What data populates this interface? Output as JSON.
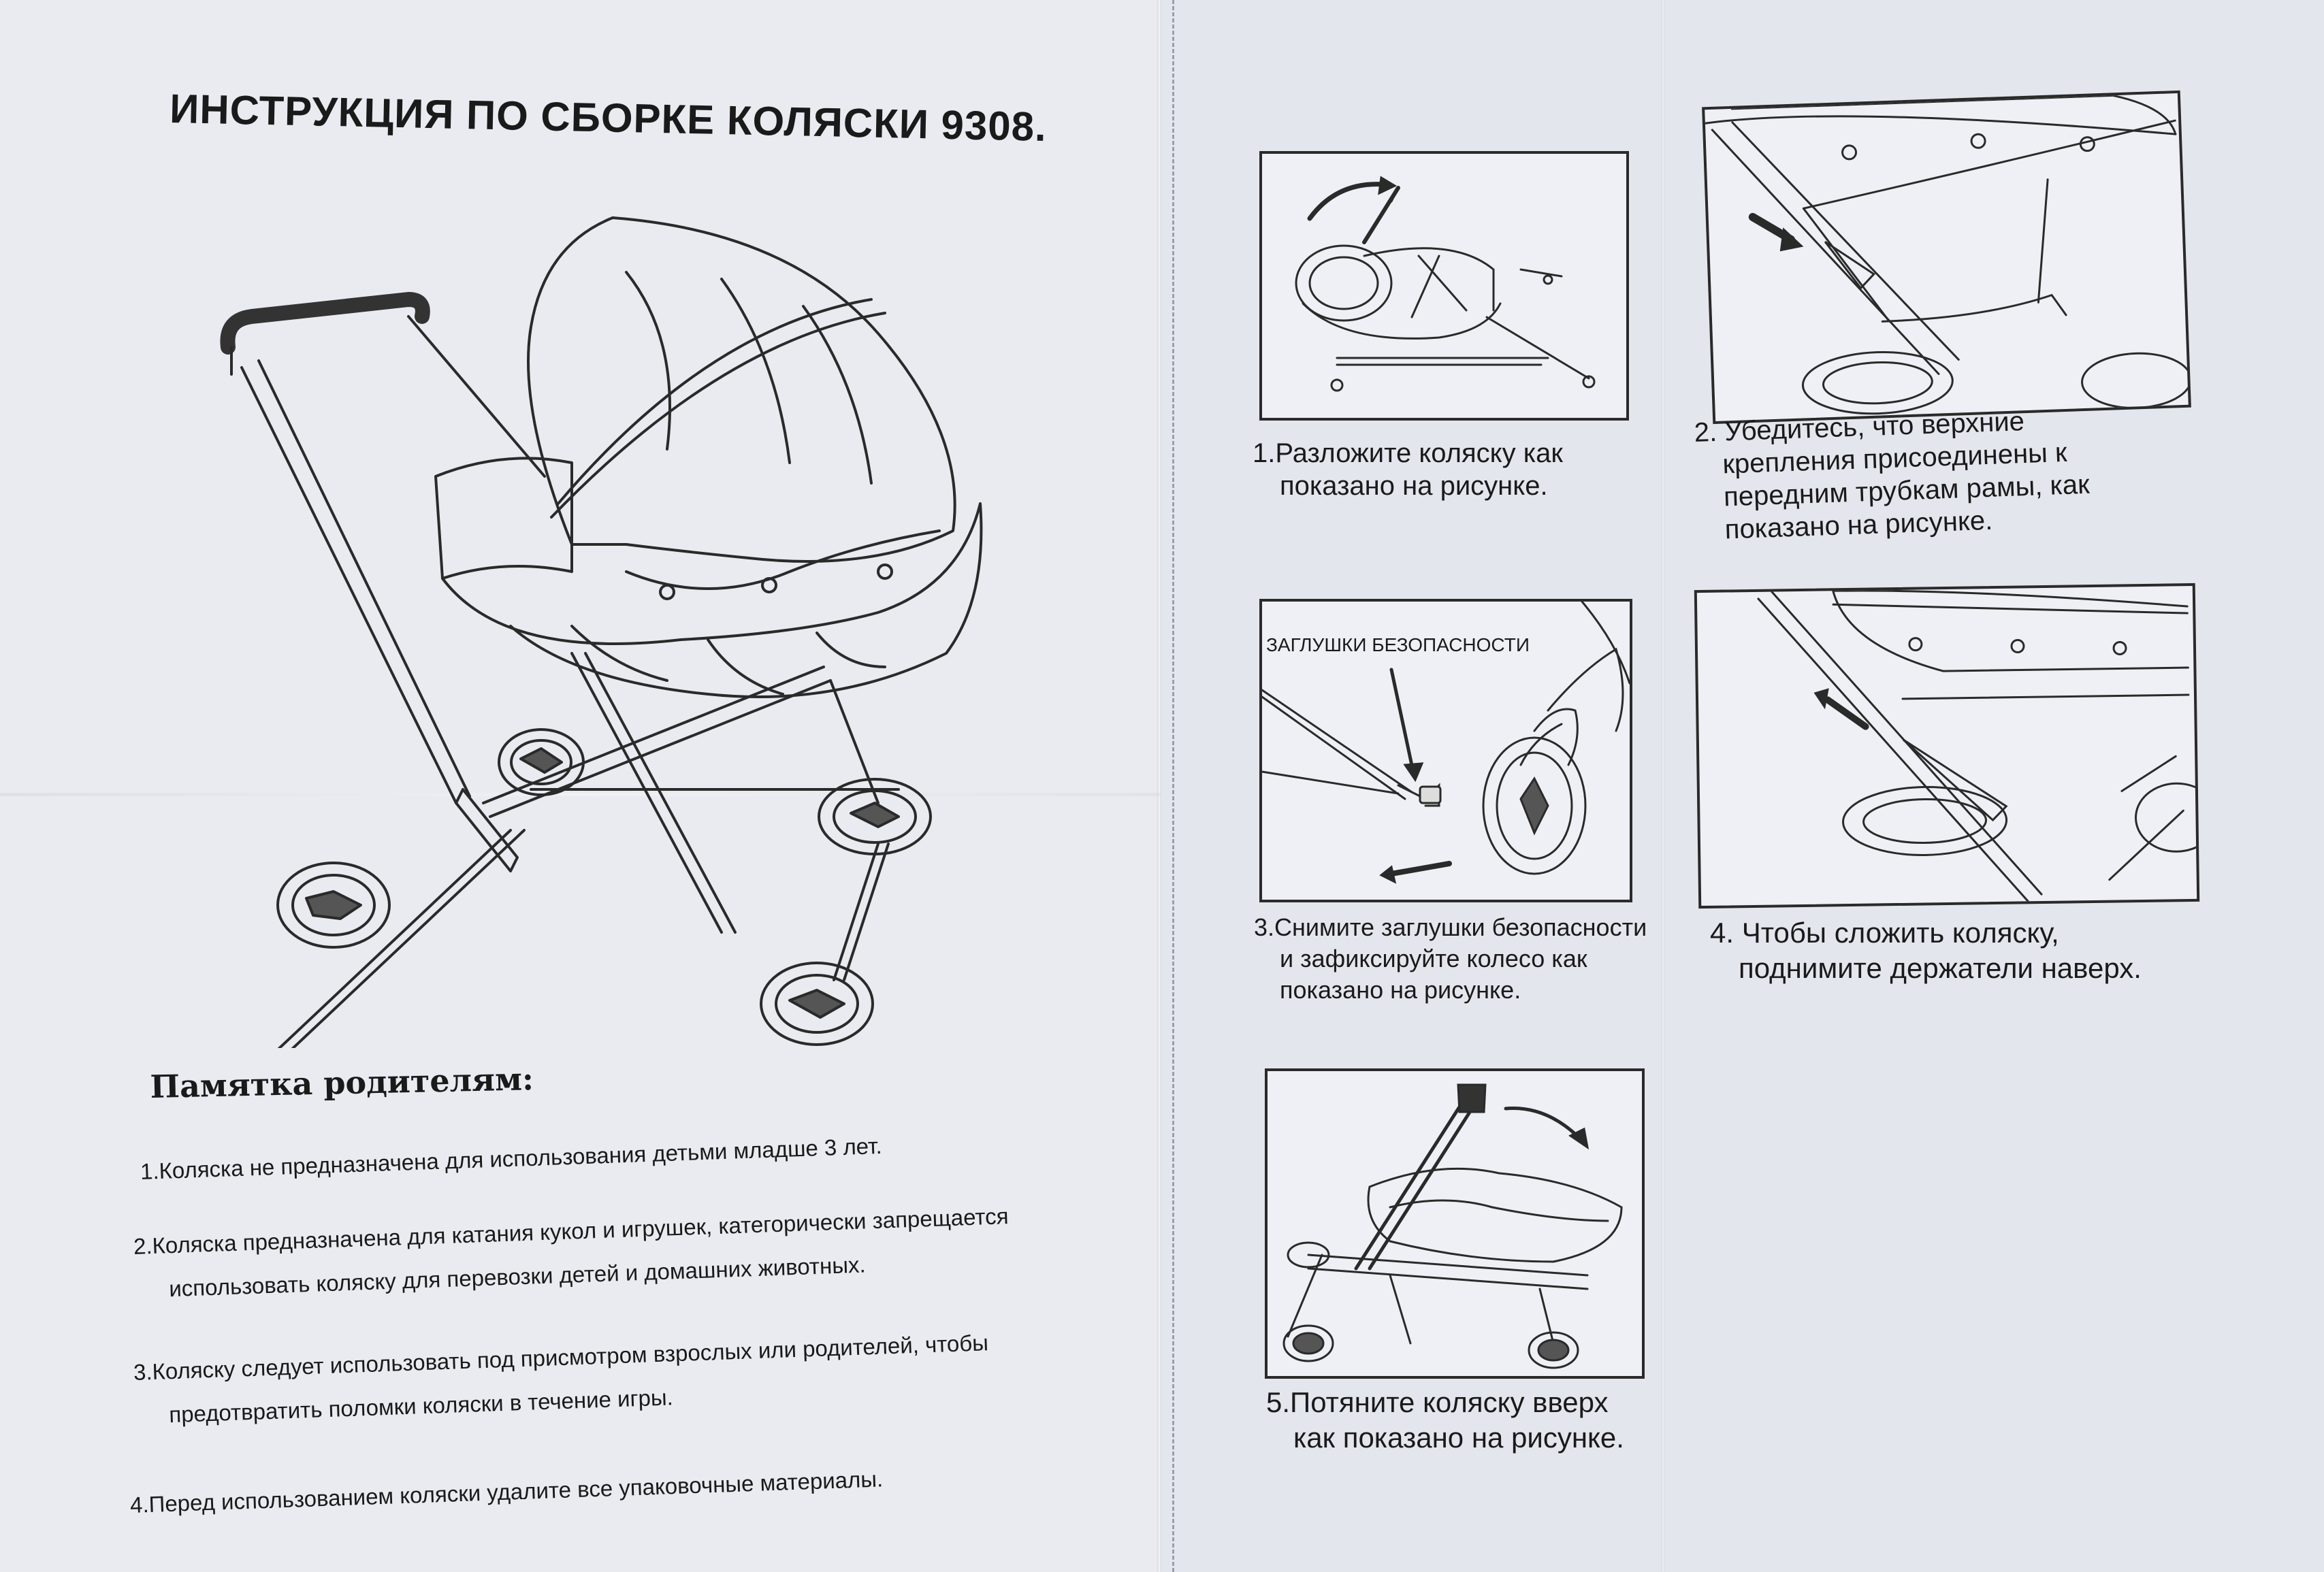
{
  "document": {
    "title": "ИНСТРУКЦИЯ ПО СБОРКЕ КОЛЯСКИ 9308."
  },
  "memo": {
    "heading": "Памятка родителям:",
    "items": [
      {
        "line1": "1.Коляска не предназначена для использования детьми младше 3 лет.",
        "line2": ""
      },
      {
        "line1": "2.Коляска предназначена для катания кукол и игрушек, категорически запрещается",
        "line2": "использовать коляску для перевозки детей и домашних животных."
      },
      {
        "line1": "3.Коляску следует использовать под присмотром взрослых или родителей, чтобы",
        "line2": "предотвратить поломки коляски в течение игры."
      },
      {
        "line1": "4.Перед использованием коляски удалите все упаковочные материалы.",
        "line2": ""
      }
    ]
  },
  "steps": [
    {
      "line1": "1.Разложите коляску как",
      "line2": "показано на рисунке.",
      "line3": "",
      "line4": ""
    },
    {
      "line1": "2. Убедитесь,  что  верхние",
      "line2": "крепления  присоединены  к",
      "line3": "передним трубкам рамы, как",
      "line4": "показано на рисунке."
    },
    {
      "line1": "3.Снимите заглушки безопасности",
      "line2": "и зафиксируйте колесо как",
      "line3": "показано на рисунке.",
      "line4": ""
    },
    {
      "line1": "4. Чтобы  сложить  коляску,",
      "line2": "поднимите держатели наверх.",
      "line3": "",
      "line4": ""
    },
    {
      "line1": "5.Потяните коляску вверх",
      "line2": "как показано на рисунке.",
      "line3": "",
      "line4": ""
    }
  ],
  "illustrations": {
    "step3_label": "ЗАГЛУШКИ БЕЗОПАСНОСТИ"
  }
}
